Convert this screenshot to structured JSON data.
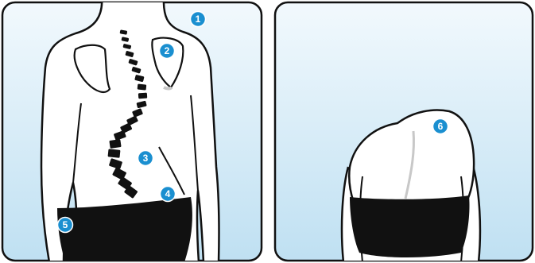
{
  "panels": [
    {
      "id": "back-view"
    },
    {
      "id": "forward-bend-view"
    }
  ],
  "markers": [
    {
      "number": "1"
    },
    {
      "number": "2"
    },
    {
      "number": "3"
    },
    {
      "number": "4"
    },
    {
      "number": "5"
    },
    {
      "number": "6"
    }
  ],
  "colors": {
    "panel_bg_top": "#f2f9fd",
    "panel_bg_bottom": "#bfe0f2",
    "outline": "#111111",
    "skin": "#ffffff",
    "garment": "#111111",
    "vertebra": "#111111",
    "marker_fill": "#1a8fd0",
    "marker_text": "#ffffff",
    "shading": "#c8c8c8"
  }
}
